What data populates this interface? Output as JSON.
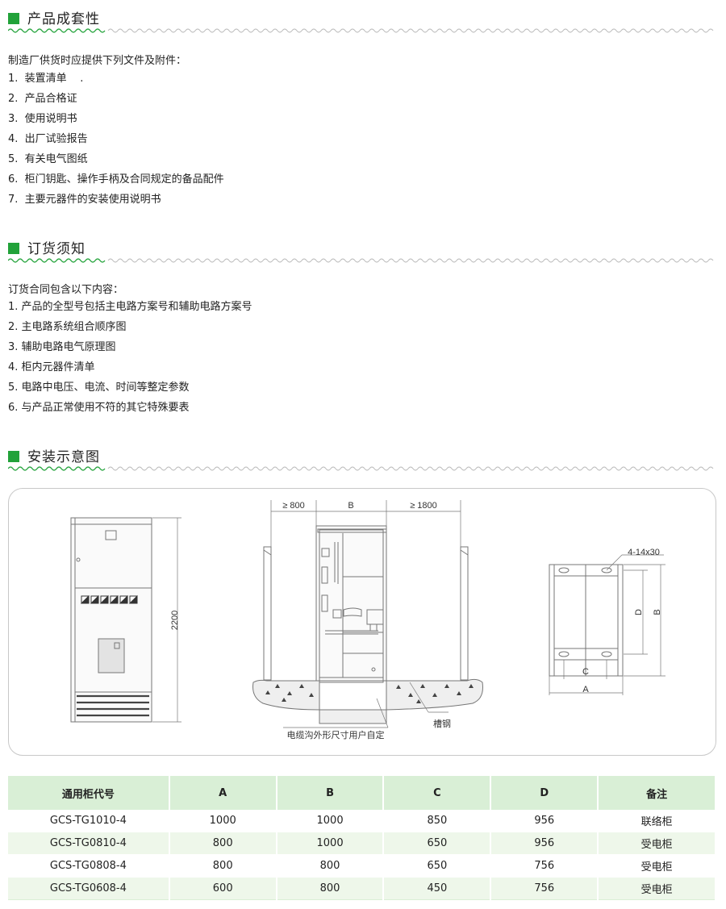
{
  "sections": {
    "s1": {
      "title": "产品成套性",
      "intro": "制造厂供货时应提供下列文件及附件：",
      "items": [
        "1.  装置清单    .",
        "2.  产品合格证",
        "3.  使用说明书",
        "4.  出厂试验报告",
        "5.  有关电气图纸",
        "6.  柜门钥匙、操作手柄及合同规定的备品配件",
        "7.  主要元器件的安装使用说明书"
      ]
    },
    "s2": {
      "title": "订货须知",
      "intro": "订货合同包含以下内容：",
      "items": [
        "1. 产品的全型号包括主电路方案号和辅助电路方案号",
        "2. 主电路系统组合顺序图",
        "3. 辅助电路电气原理图",
        "4. 柜内元器件清单",
        "5. 电路中电压、电流、时间等整定参数",
        "6. 与产品正常使用不符的其它特殊要表"
      ]
    },
    "s3": {
      "title": "安装示意图"
    }
  },
  "diagram": {
    "height_label": "2200",
    "front_gap": "≥ 800",
    "width_label": "B",
    "rear_gap": "≥ 1800",
    "channel_label": "槽钢",
    "trench_label": "电缆沟外形尺寸用户自定",
    "holes_label": "4-14x30",
    "dim_a": "A",
    "dim_b": "B",
    "dim_c": "C",
    "dim_d": "D"
  },
  "table": {
    "headers": [
      "通用柜代号",
      "A",
      "B",
      "C",
      "D",
      "备注"
    ],
    "rows": [
      [
        "GCS-TG1010-4",
        "1000",
        "1000",
        "850",
        "956",
        "联络柜"
      ],
      [
        "GCS-TG0810-4",
        "800",
        "1000",
        "650",
        "956",
        "受电柜"
      ],
      [
        "GCS-TG0808-4",
        "800",
        "800",
        "650",
        "756",
        "受电柜"
      ],
      [
        "GCS-TG0608-4",
        "600",
        "800",
        "450",
        "756",
        "受电柜"
      ]
    ]
  },
  "colors": {
    "accent": "#22a23a",
    "header_bg": "#d9efd6",
    "row_alt": "#eef7ea"
  }
}
